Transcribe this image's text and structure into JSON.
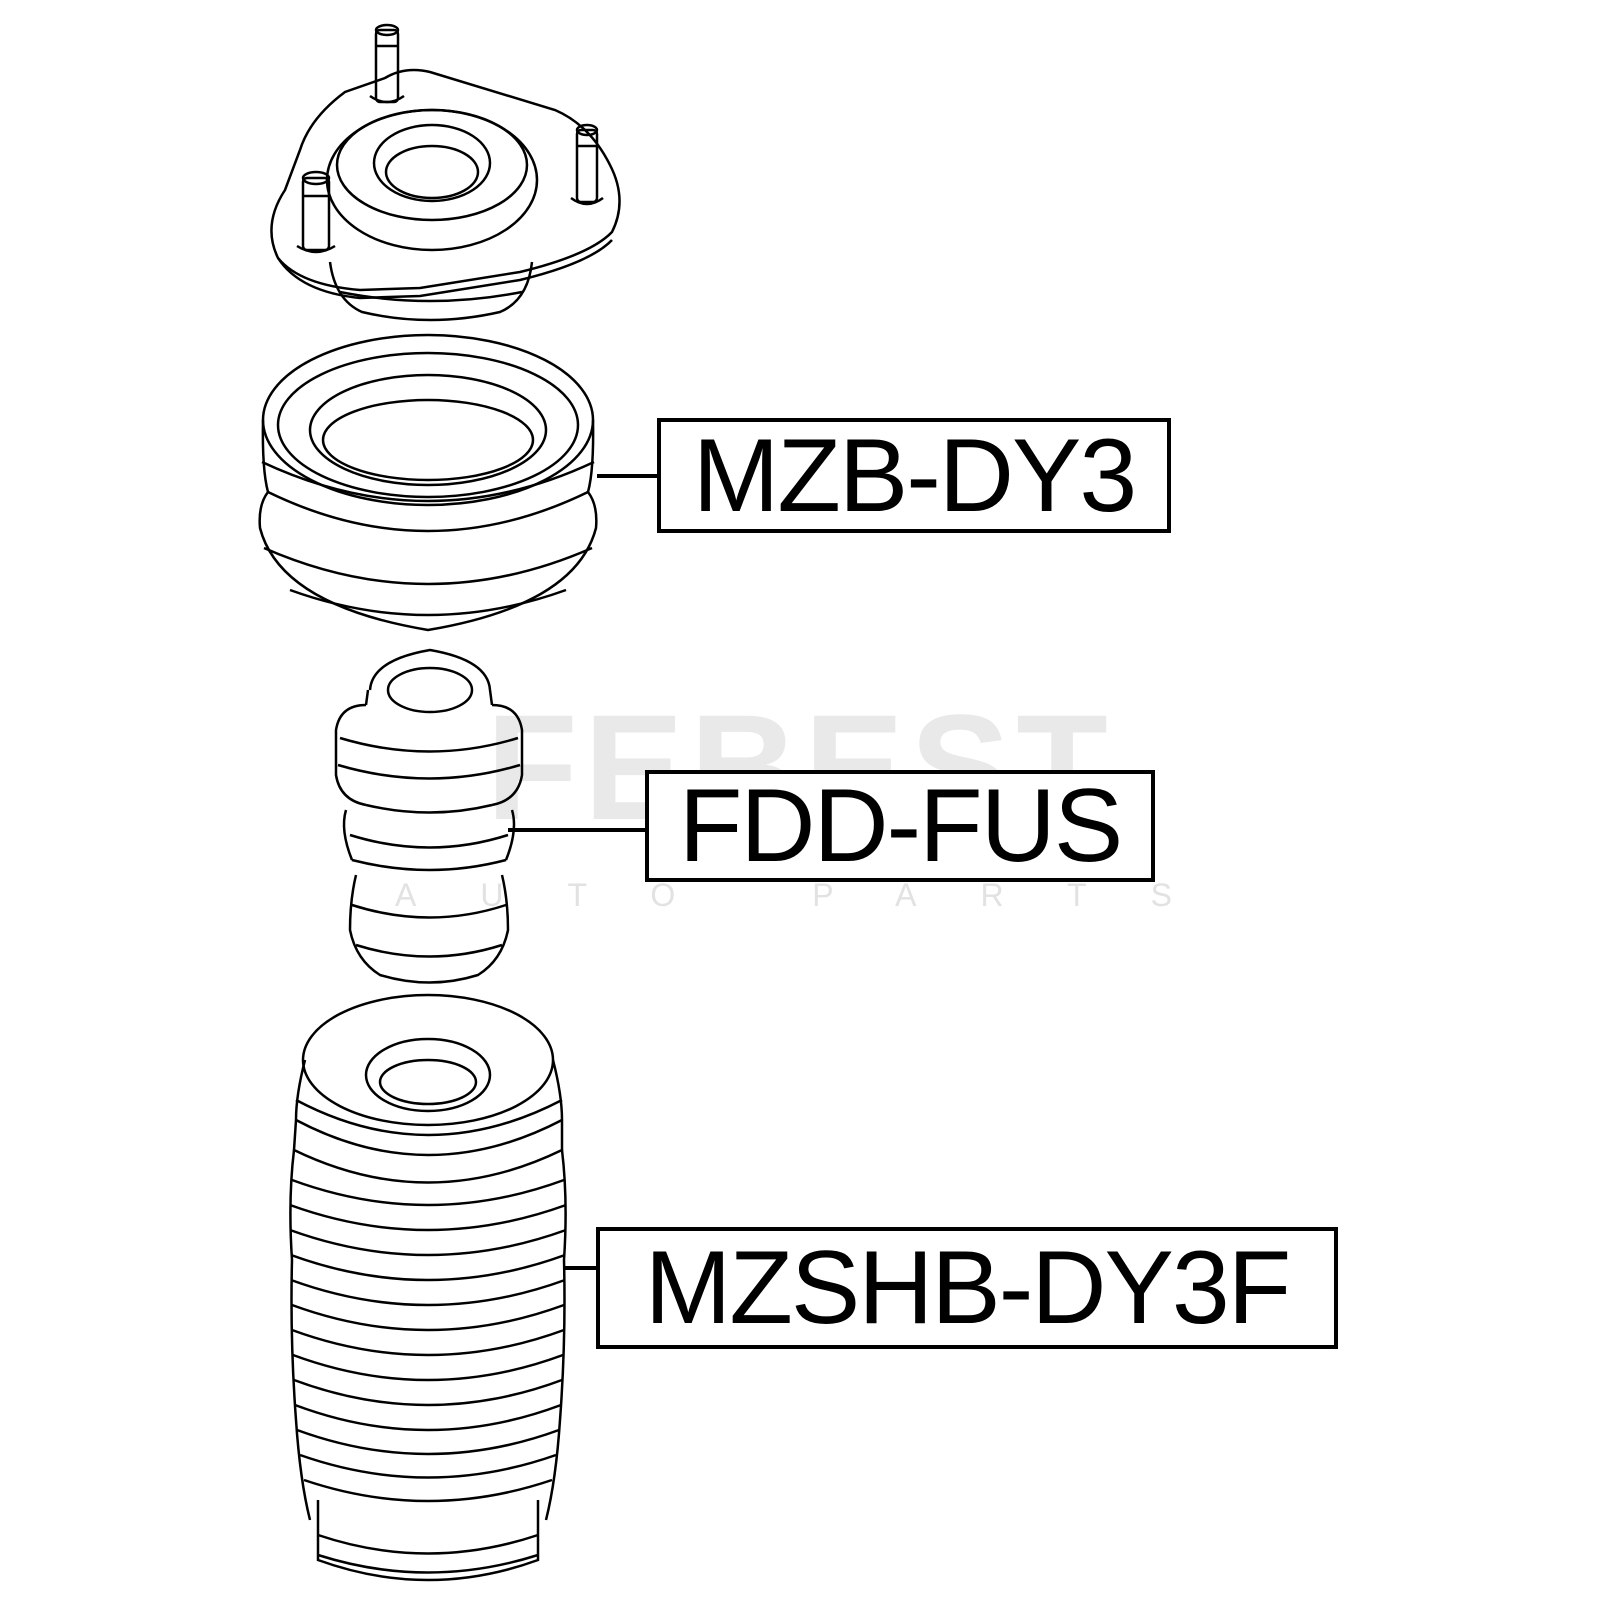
{
  "watermark": {
    "brand": "FEBEST",
    "subtitle": "AUTO PARTS"
  },
  "parts": [
    {
      "part_number": "MZB-DY3"
    },
    {
      "part_number": "FDD-FUS"
    },
    {
      "part_number": "MZSHB-DY3F"
    }
  ],
  "colors": {
    "line": "#000000",
    "background": "#ffffff",
    "watermark": "#e9e9e9"
  }
}
